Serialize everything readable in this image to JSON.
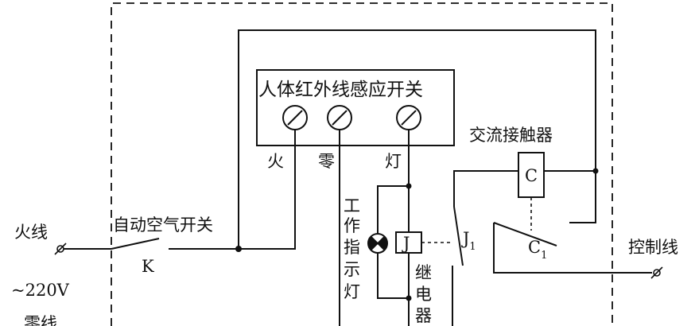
{
  "labels": {
    "sensor_switch": "人体红外线感应开关",
    "terminal_fire": "火",
    "terminal_zero": "零",
    "terminal_lamp": "灯",
    "ac_contactor": "交流接触器",
    "contactor_coil": "C",
    "contactor_contact": "C",
    "contactor_contact_sub": "1",
    "fire_line": "火线",
    "air_switch": "自动空气开关",
    "switch_k": "K",
    "voltage": "~220V",
    "zero_line": "零线",
    "work_indicator": [
      "工",
      "作",
      "指",
      "示",
      "灯"
    ],
    "relay_coil": "J",
    "relay_contact": "J",
    "relay_contact_sub": "1",
    "relay": [
      "继",
      "电",
      "器"
    ],
    "control_line": "控制线"
  }
}
